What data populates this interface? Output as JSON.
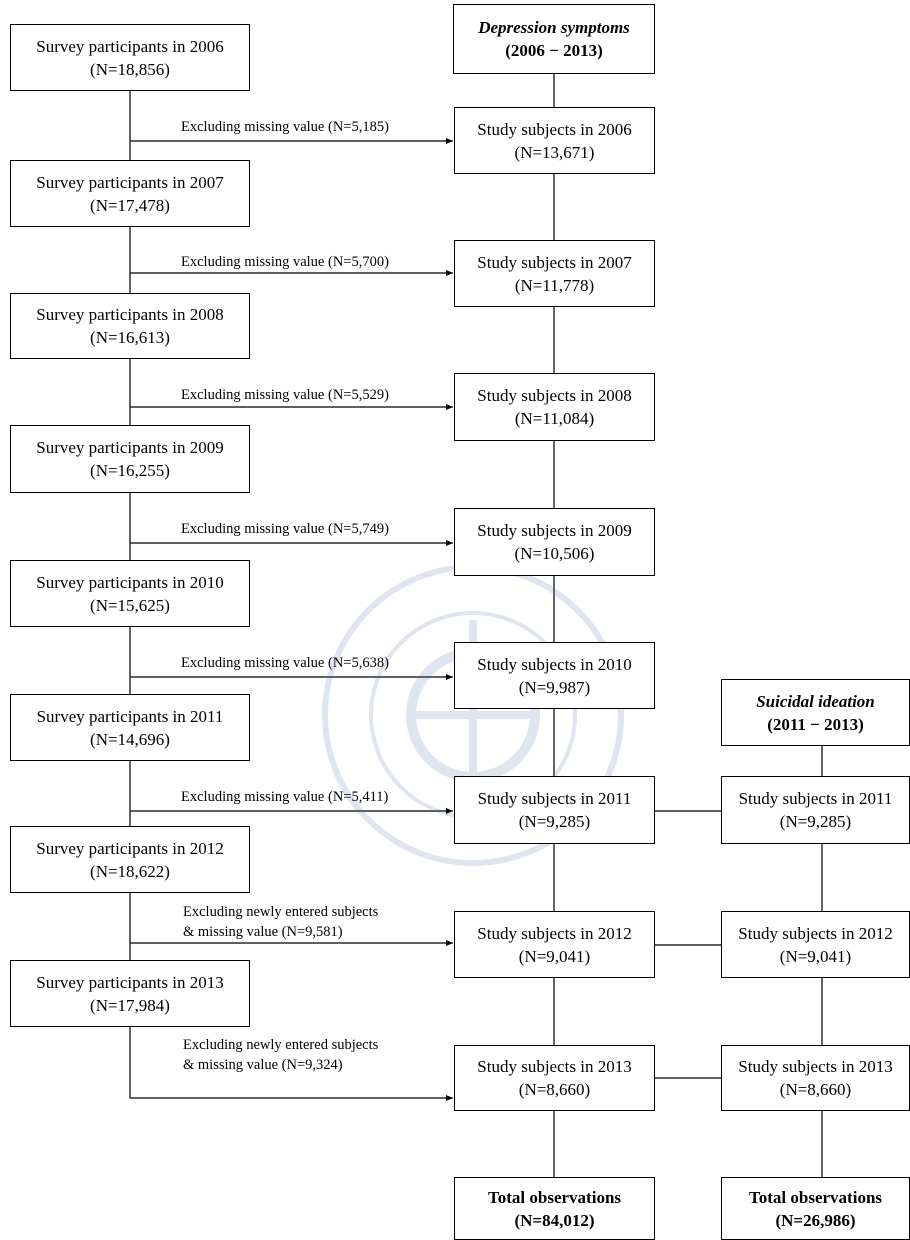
{
  "headers": {
    "depression": {
      "line1": "Depression symptoms",
      "line2": "(2006 − 2013)"
    },
    "suicidal": {
      "line1": "Suicidal ideation",
      "line2": "(2011 − 2013)"
    }
  },
  "survey": [
    {
      "label": "Survey participants in 2006",
      "n": "(N=18,856)"
    },
    {
      "label": "Survey participants in 2007",
      "n": "(N=17,478)"
    },
    {
      "label": "Survey participants in 2008",
      "n": "(N=16,613)"
    },
    {
      "label": "Survey participants in 2009",
      "n": "(N=16,255)"
    },
    {
      "label": "Survey participants in 2010",
      "n": "(N=15,625)"
    },
    {
      "label": "Survey participants in 2011",
      "n": "(N=14,696)"
    },
    {
      "label": "Survey participants in 2012",
      "n": "(N=18,622)"
    },
    {
      "label": "Survey participants in 2013",
      "n": "(N=17,984)"
    }
  ],
  "exclusions": [
    {
      "line1": "Excluding missing value (N=5,185)",
      "line2": ""
    },
    {
      "line1": "Excluding missing value (N=5,700)",
      "line2": ""
    },
    {
      "line1": "Excluding missing value (N=5,529)",
      "line2": ""
    },
    {
      "line1": "Excluding missing value (N=5,749)",
      "line2": ""
    },
    {
      "line1": "Excluding missing value (N=5,638)",
      "line2": ""
    },
    {
      "line1": "Excluding missing value (N=5,411)",
      "line2": ""
    },
    {
      "line1": "Excluding newly entered subjects",
      "line2": "& missing value (N=9,581)"
    },
    {
      "line1": "Excluding newly entered subjects",
      "line2": "& missing value (N=9,324)"
    }
  ],
  "study_depression": [
    {
      "label": "Study subjects in 2006",
      "n": "(N=13,671)"
    },
    {
      "label": "Study subjects in 2007",
      "n": "(N=11,778)"
    },
    {
      "label": "Study subjects in 2008",
      "n": "(N=11,084)"
    },
    {
      "label": "Study subjects in 2009",
      "n": "(N=10,506)"
    },
    {
      "label": "Study subjects in 2010",
      "n": "(N=9,987)"
    },
    {
      "label": "Study subjects in 2011",
      "n": "(N=9,285)"
    },
    {
      "label": "Study subjects in 2012",
      "n": "(N=9,041)"
    },
    {
      "label": "Study subjects in 2013",
      "n": "(N=8,660)"
    }
  ],
  "study_suicidal": [
    {
      "label": "Study subjects in 2011",
      "n": "(N=9,285)"
    },
    {
      "label": "Study subjects in 2012",
      "n": "(N=9,041)"
    },
    {
      "label": "Study subjects in 2013",
      "n": "(N=8,660)"
    }
  ],
  "totals": {
    "depression": {
      "label": "Total observations",
      "n": "(N=84,012)"
    },
    "suicidal": {
      "label": "Total observations",
      "n": "(N=26,986)"
    }
  },
  "colors": {
    "line": "#000000",
    "watermark": "#3a5ea8"
  }
}
